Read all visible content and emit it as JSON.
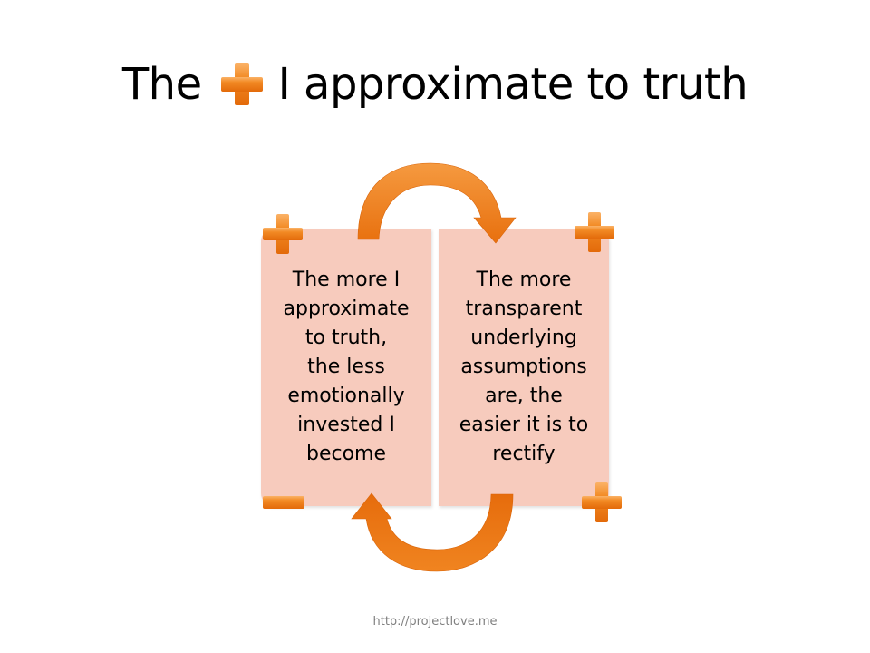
{
  "title": {
    "prefix": "The",
    "suffix": "I approximate to truth",
    "icon": "plus-icon"
  },
  "boxes": {
    "left_text": "The more I\napproximate\nto truth,\nthe less\nemotionally\ninvested I\nbecome",
    "right_text": "The more\ntransparent\nunderlying\nassumptions\nare, the\neasier it is to\nrectify"
  },
  "signs": {
    "top_left": "plus-icon",
    "top_right": "plus-icon",
    "bottom_left": "minus-icon",
    "bottom_right": "plus-icon"
  },
  "footer": {
    "url": "http://projectlove.me"
  },
  "colors": {
    "accent_orange": "#f07c14",
    "box_fill": "#f7cbbd",
    "footer_text": "#7f7f7f"
  }
}
